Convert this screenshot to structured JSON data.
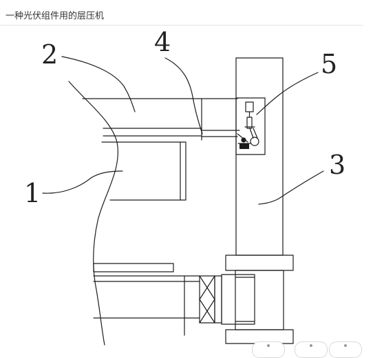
{
  "header": {
    "title": "一种光伏组件用的层压机"
  },
  "figure": {
    "callouts": [
      {
        "id": "1",
        "label": "1"
      },
      {
        "id": "2",
        "label": "2"
      },
      {
        "id": "3",
        "label": "3"
      },
      {
        "id": "4",
        "label": "4"
      },
      {
        "id": "5",
        "label": "5"
      }
    ]
  },
  "colors": {
    "line": "#1c1c1c",
    "background": "#ffffff",
    "header_border": "#e3e3e3"
  }
}
